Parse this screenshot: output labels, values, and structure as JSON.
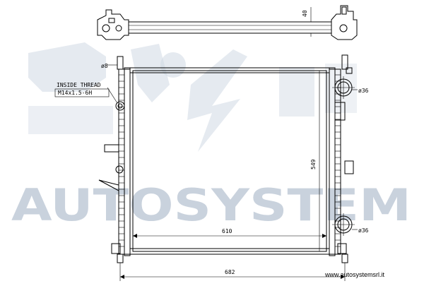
{
  "diagram": {
    "labels": {
      "thread_title": "INSIDE THREAD",
      "thread_spec": "M14x1.5-6H",
      "dia_small": "ø8",
      "dia_top": "ø36",
      "dia_bottom": "ø36",
      "dim_depth": "40",
      "dim_height": "549",
      "dim_core_width": "610",
      "dim_total_width": "682"
    },
    "watermark": {
      "text": "AUTOSYSTEM",
      "color": "#c9d2dd"
    },
    "footer": {
      "website": "www.autosystemsrl.it"
    }
  }
}
